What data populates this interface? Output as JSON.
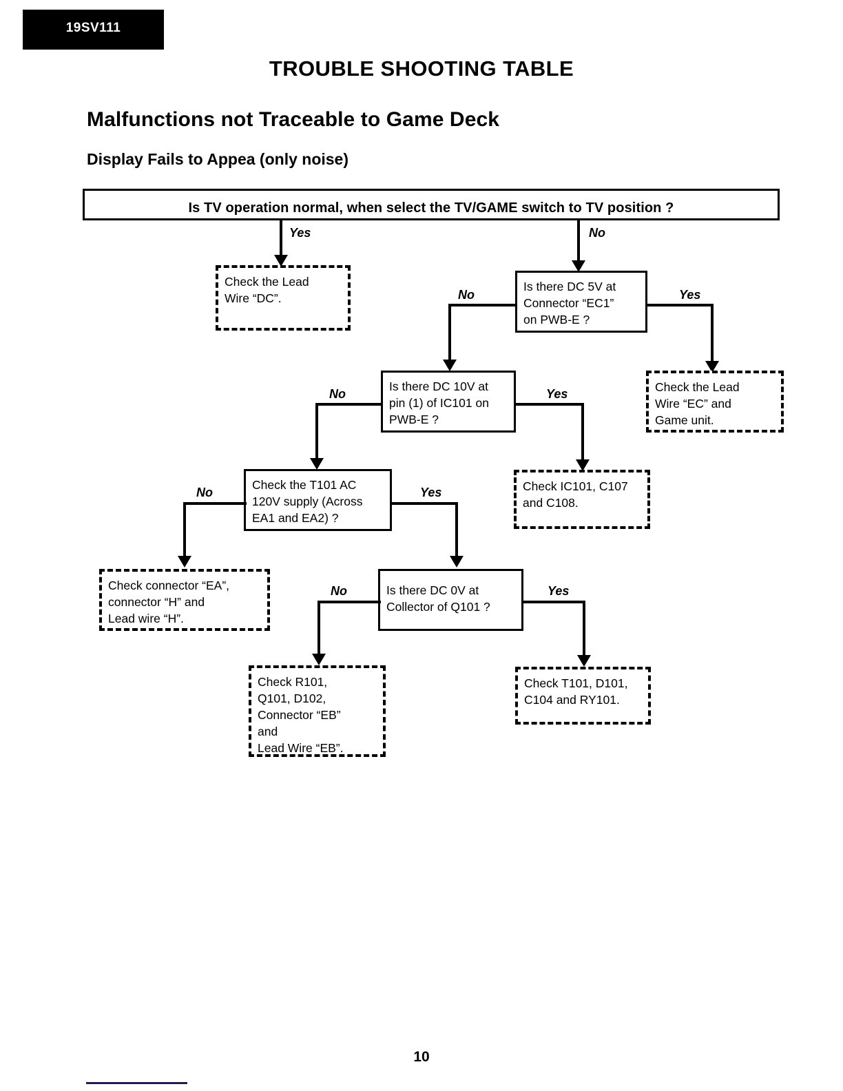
{
  "header": {
    "model_tag": "19SV111",
    "doc_title": "TROUBLE SHOOTING TABLE",
    "section_title": "Malfunctions not Traceable to Game Deck",
    "sub_title": "Display Fails to Appea (only noise)"
  },
  "footer": {
    "page_number": "10"
  },
  "colors": {
    "ink": "#000000",
    "paper": "#ffffff",
    "tag_background": "#000000",
    "tag_text": "#ffffff",
    "footer_rule": "#1a1a6e"
  },
  "chart_data": {
    "type": "diagram",
    "title": "TROUBLE SHOOTING TABLE",
    "subtitle": "Display Fails to Appea (only noise)",
    "nodes": [
      {
        "id": "q1",
        "shape": "solid-box",
        "text": "Is TV operation normal,  when select the TV/GAME switch to TV position ?"
      },
      {
        "id": "a1",
        "shape": "dashed-box",
        "text": "Check the Lead\nWire “DC”."
      },
      {
        "id": "q2",
        "shape": "solid-box",
        "text": "Is there DC 5V at\nConnector “EC1”\non PWB-E ?"
      },
      {
        "id": "a2",
        "shape": "dashed-box",
        "text": "Check the Lead\nWire “EC” and\nGame unit."
      },
      {
        "id": "q3",
        "shape": "solid-box",
        "text": "Is there DC 10V at\npin (1) of IC101 on\nPWB-E ?"
      },
      {
        "id": "a3",
        "shape": "dashed-box",
        "text": "Check IC101,  C107\nand C108."
      },
      {
        "id": "q4",
        "shape": "solid-box",
        "text": "Check the T101 AC\n120V supply (Across\nEA1 and EA2) ?"
      },
      {
        "id": "a4",
        "shape": "dashed-box",
        "text": "Check connector “EA”,\nconnector “H” and\nLead wire “H”."
      },
      {
        "id": "q5",
        "shape": "solid-box",
        "text": "Is there  DC 0V  at\nCollector  of  Q101 ?"
      },
      {
        "id": "a5",
        "shape": "dashed-box",
        "text": "Check R101,\nQ101, D102,\nConnector “EB”\nand\nLead Wire “EB”."
      },
      {
        "id": "a6",
        "shape": "dashed-box",
        "text": "Check T101, D101,\nC104 and RY101."
      }
    ],
    "edges": [
      {
        "from": "q1",
        "to": "a1",
        "label": "Yes"
      },
      {
        "from": "q1",
        "to": "q2",
        "label": "No"
      },
      {
        "from": "q2",
        "to": "q3",
        "label": "No"
      },
      {
        "from": "q2",
        "to": "a2",
        "label": "Yes"
      },
      {
        "from": "q3",
        "to": "q4",
        "label": "No"
      },
      {
        "from": "q3",
        "to": "a3",
        "label": "Yes"
      },
      {
        "from": "q4",
        "to": "a4",
        "label": "No"
      },
      {
        "from": "q4",
        "to": "q5",
        "label": "Yes"
      },
      {
        "from": "q5",
        "to": "a5",
        "label": "No"
      },
      {
        "from": "q5",
        "to": "a6",
        "label": "Yes"
      }
    ],
    "edge_labels": {
      "q1_yes": "Yes",
      "q1_no": "No",
      "q2_no": "No",
      "q2_yes": "Yes",
      "q3_no": "No",
      "q3_yes": "Yes",
      "q4_no": "No",
      "q4_yes": "Yes",
      "q5_no": "No",
      "q5_yes": "Yes"
    }
  }
}
